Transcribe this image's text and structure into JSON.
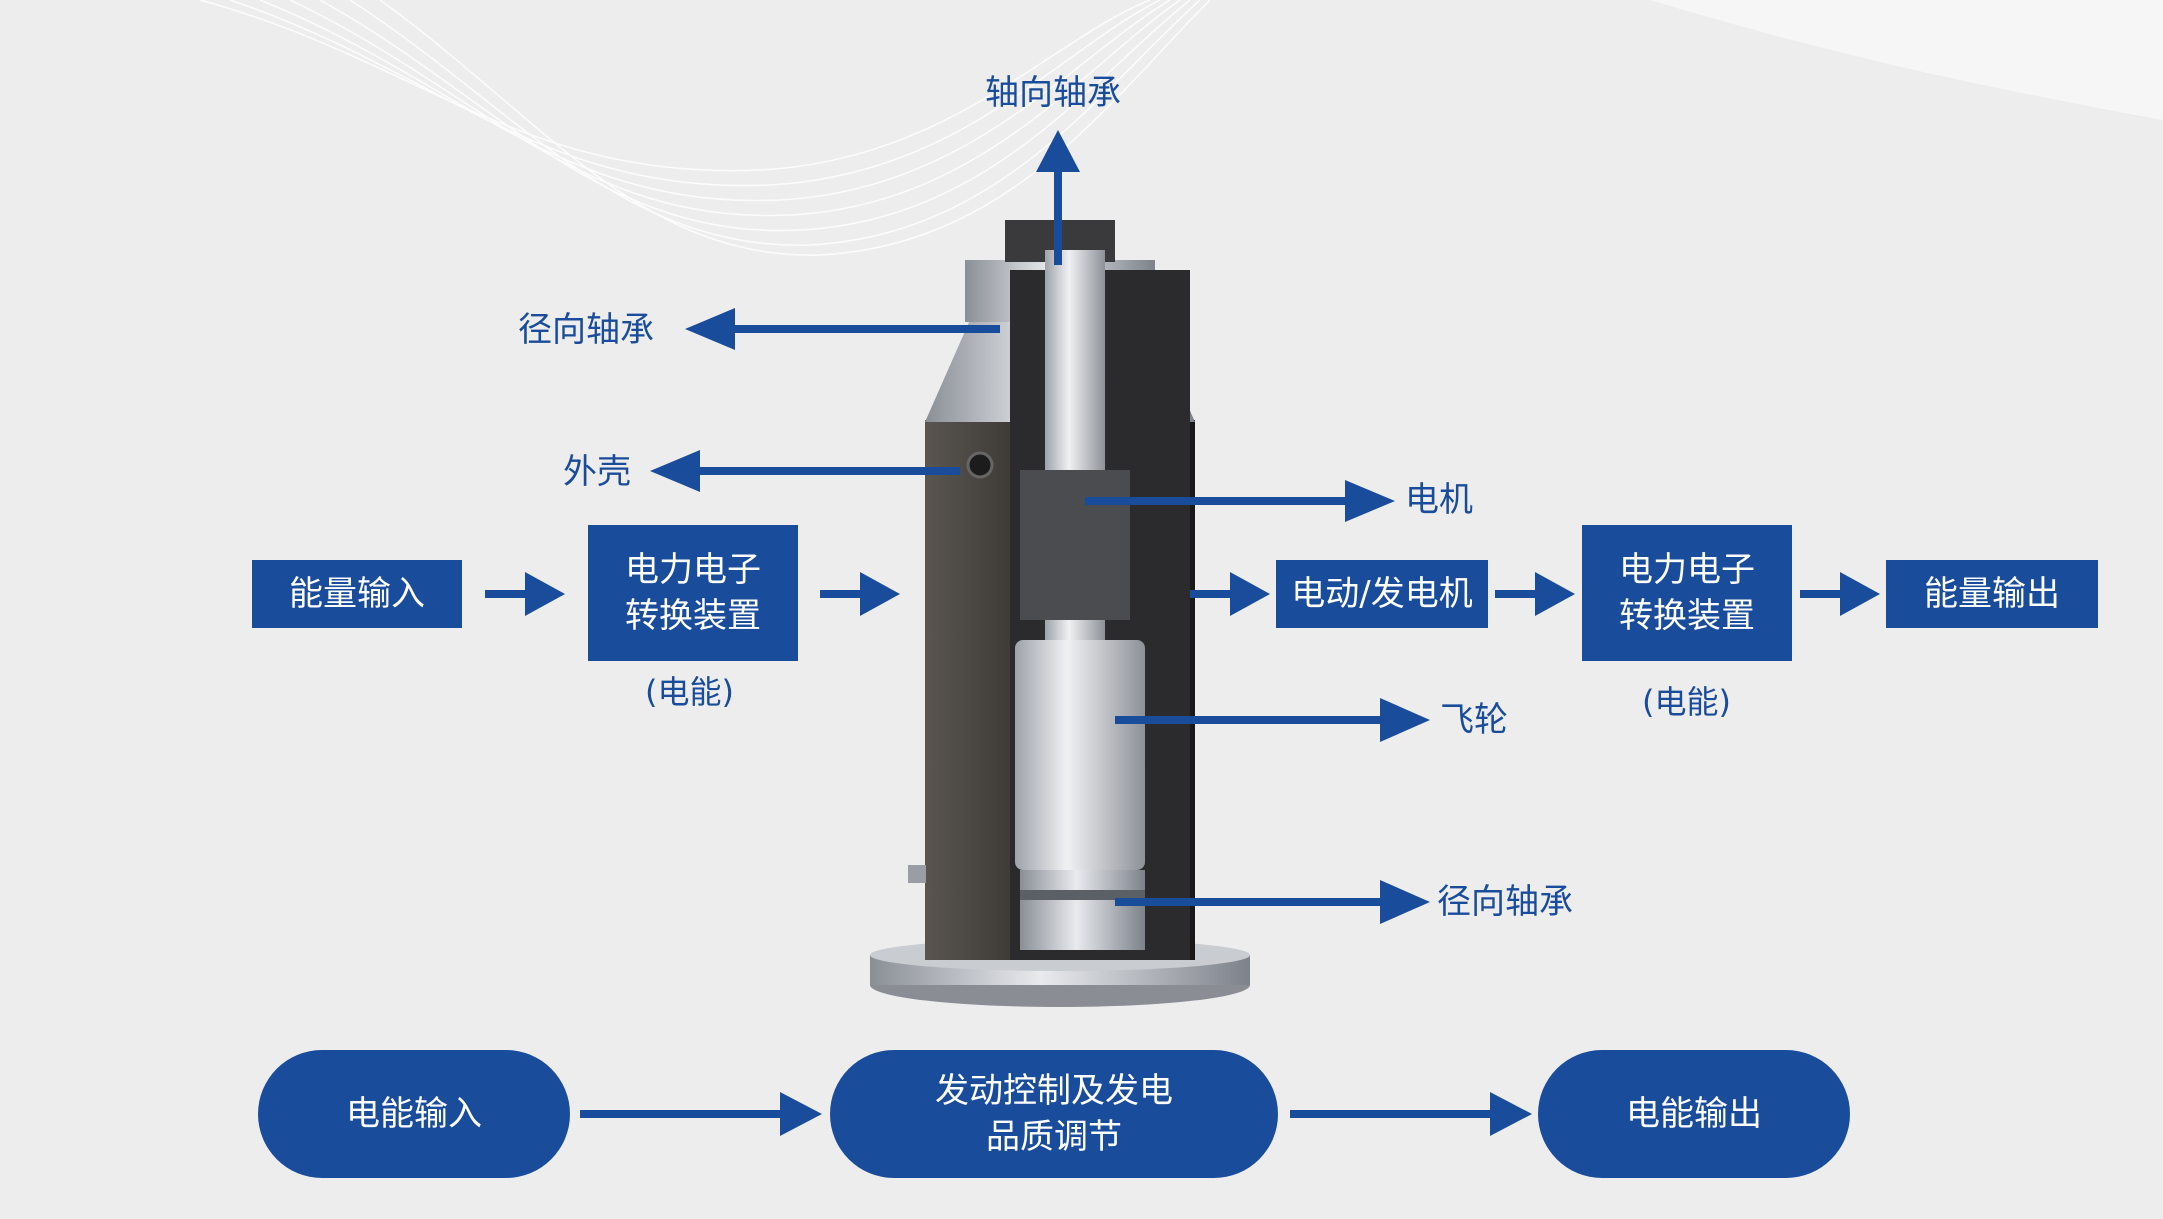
{
  "colors": {
    "accent": "#1a4c9c",
    "background": "#ededee",
    "text_on_accent": "#ffffff"
  },
  "callouts": {
    "axial_bearing": "轴向轴承",
    "radial_bearing_top": "径向轴承",
    "housing": "外壳",
    "motor": "电机",
    "flywheel": "飞轮",
    "radial_bearing_bottom": "径向轴承"
  },
  "flow_top": {
    "energy_input": "能量输入",
    "converter_left": "电力电子\n转换装置",
    "converter_left_sub": "(电能)",
    "motor_generator": "电动/发电机",
    "converter_right": "电力电子\n转换装置",
    "converter_right_sub": "(电能)",
    "energy_output": "能量输出"
  },
  "flow_bottom": {
    "electric_input": "电能输入",
    "control": "发动控制及发电\n品质调节",
    "electric_output": "电能输出"
  }
}
